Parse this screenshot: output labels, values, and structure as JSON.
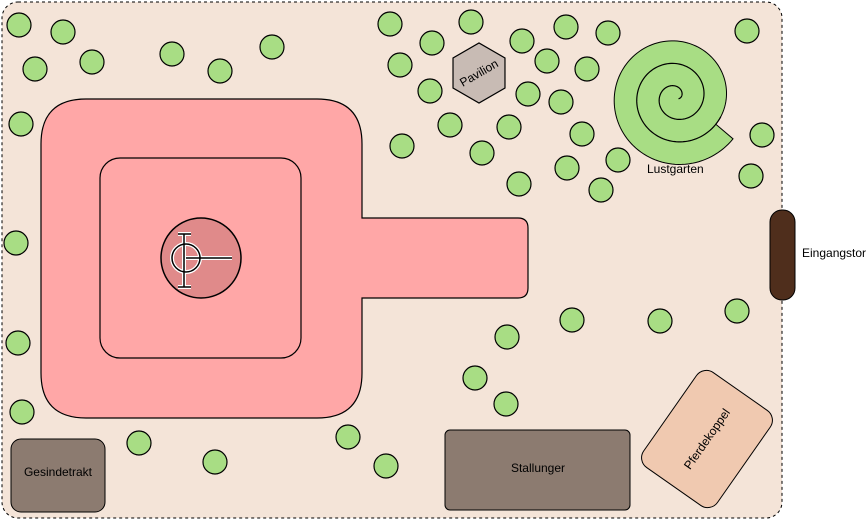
{
  "labels": {
    "pavilion": "Pavilion",
    "lustgarten": "Lustgarten",
    "eingangstor": "Eingangstor",
    "gesindetrakt": "Gesindetrakt",
    "stallunger": "Stallunger",
    "pferdekoppel": "Pferdekoppel"
  },
  "colors": {
    "ground": "#f4e4d8",
    "tree": "#a8dd84",
    "building": "#8c7b70",
    "palace": "#ffa7a7",
    "fountain": "#e08a8a",
    "pavilion": "#c8bbb4",
    "gate": "#4f2e1c",
    "paddock": "#f0c9b0"
  }
}
